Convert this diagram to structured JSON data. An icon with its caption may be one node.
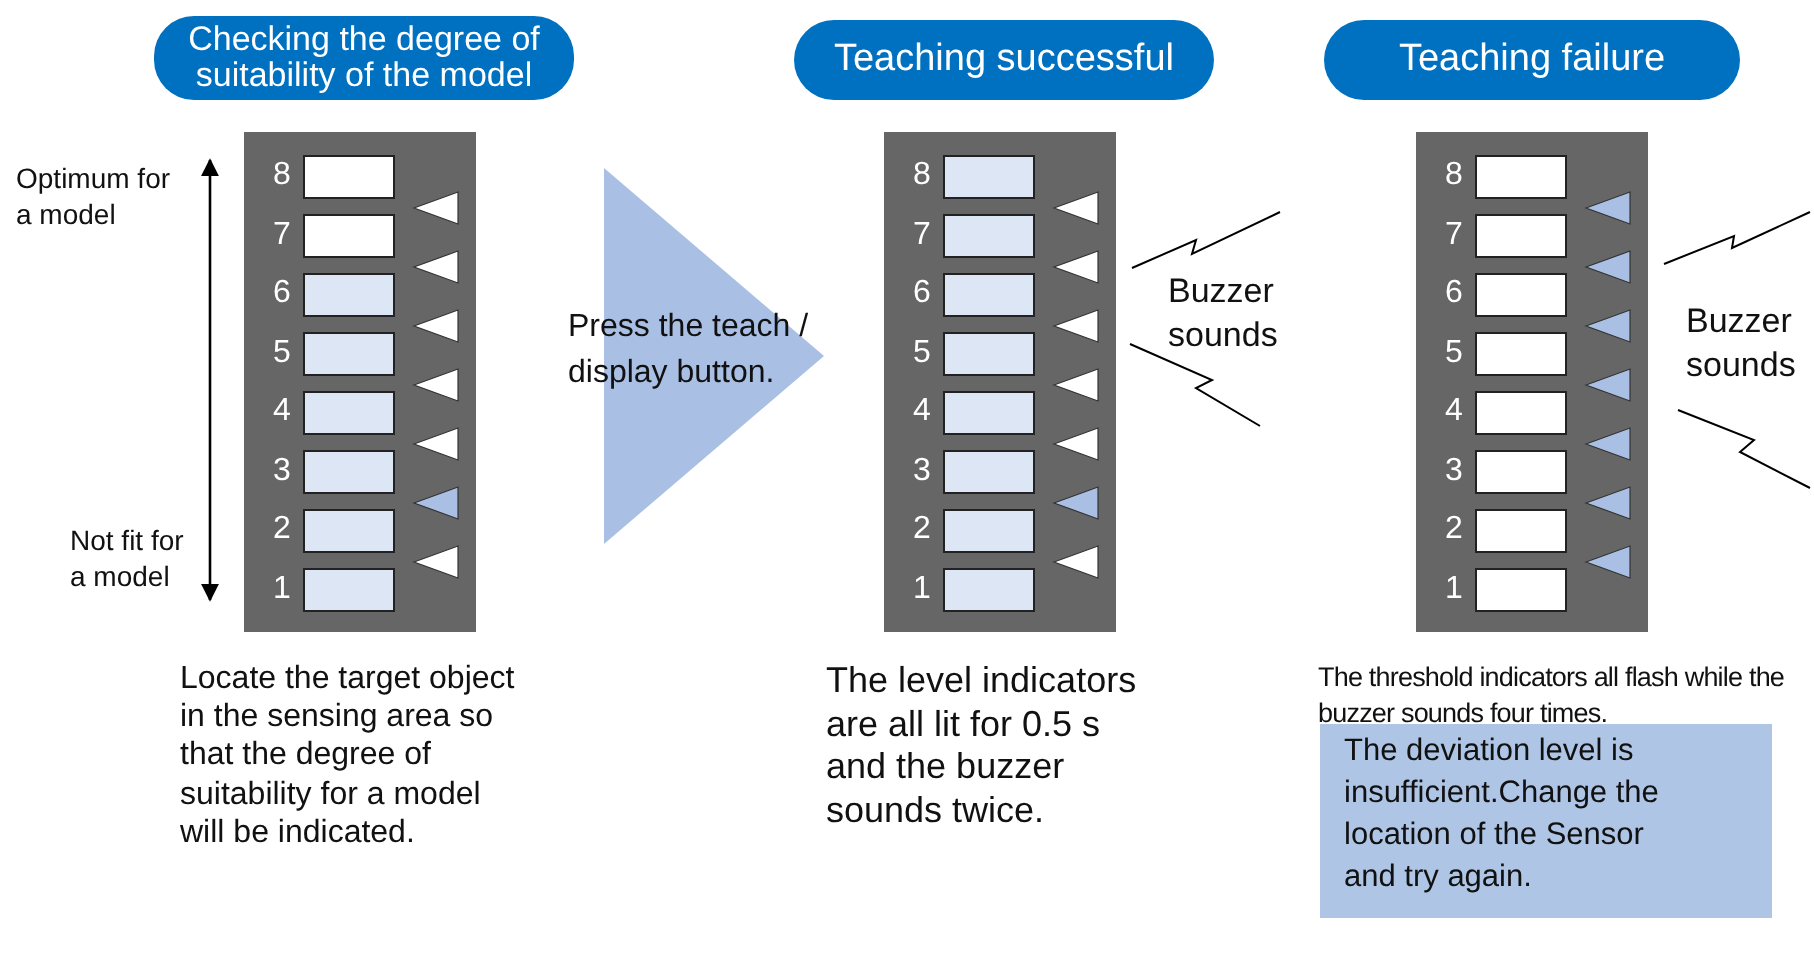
{
  "diagram": {
    "nodes": [
      {
        "text": [
          "Checking the degree of suitability of the model"
        ]
      },
      {
        "text": [
          "Teaching successful"
        ]
      },
      {
        "text": [
          "Teaching failure"
        ]
      },
      {
        "text": [],
        "shape": "box"
      },
      {
        "text": [
          "Press the teach / display button."
        ]
      },
      {
        "text": [],
        "shape": "box"
      },
      {
        "text": [],
        "shape": "box"
      },
      {
        "text": [
          "The deviation level is insufficient.Change the location of the Sensor and try again."
        ]
      }
    ],
    "labels": [
      "Optimum for a model",
      "Not fit for a model",
      "8",
      "7",
      "6",
      "5",
      "4",
      "3",
      "2",
      "1",
      "8",
      "7",
      "6",
      "5",
      "4",
      "3",
      "2",
      "1",
      "Buzzer sounds",
      "8",
      "7",
      "6",
      "5",
      "4",
      "3",
      "2",
      "1",
      "Buzzer sounds",
      "Locate the target object in the sensing area so that the degree of suitability for a model will be indicated.",
      "The level indicators are all lit for 0.5 s and the buzzer sounds twice.",
      "The threshold indicators all flash while the buzzer sounds four times."
    ]
  }
}
